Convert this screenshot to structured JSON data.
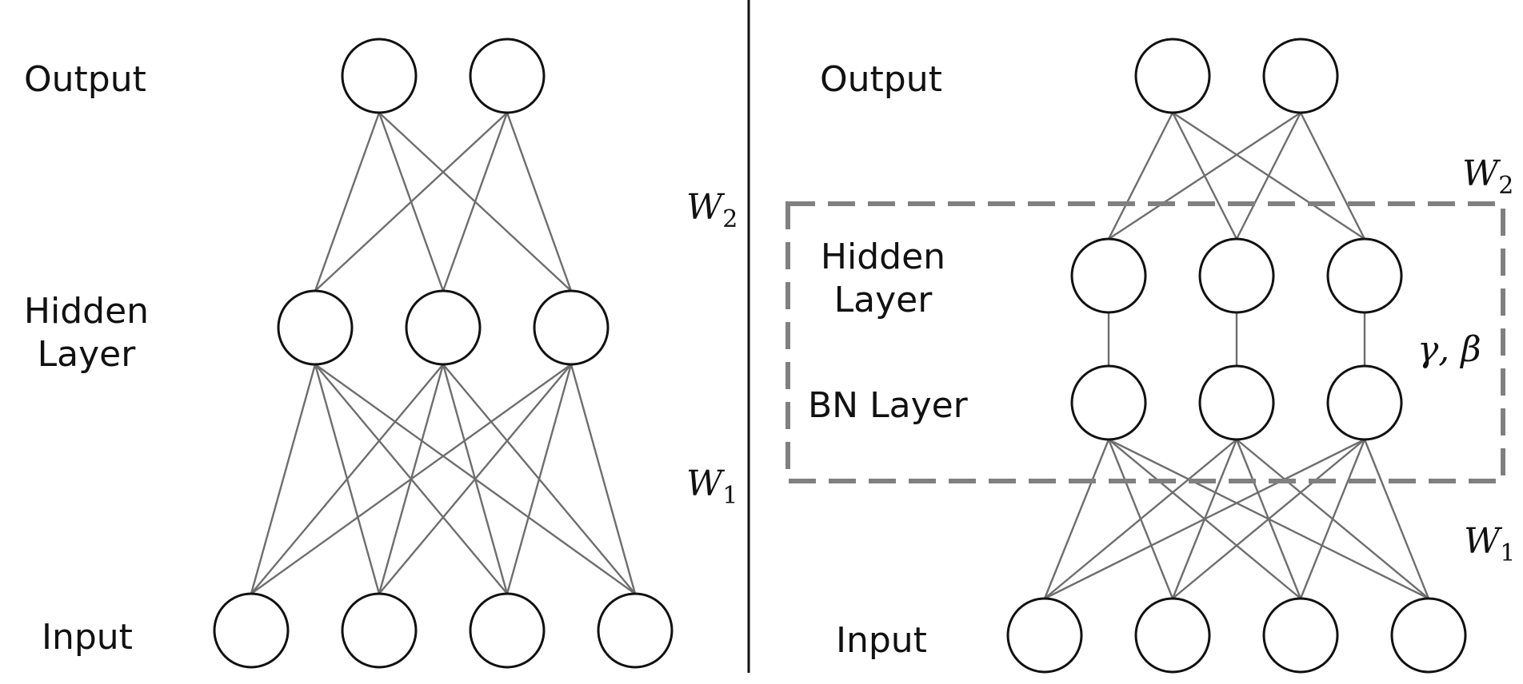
{
  "left": {
    "labels": {
      "output": "Output",
      "hidden_line1": "Hidden",
      "hidden_line2": "Layer",
      "input": "Input"
    },
    "weights": {
      "w2_base": "W",
      "w2_sub": "2",
      "w1_base": "W",
      "w1_sub": "1"
    }
  },
  "right": {
    "labels": {
      "output": "Output",
      "hidden_line1": "Hidden",
      "hidden_line2": "Layer",
      "bn": "BN Layer",
      "input": "Input"
    },
    "weights": {
      "w2_base": "W",
      "w2_sub": "2",
      "w1_base": "W",
      "w1_sub": "1"
    },
    "bn_params": "γ, β"
  },
  "colors": {
    "edge": "#6e6e6e",
    "node_stroke": "#111111",
    "box": "#808080"
  }
}
